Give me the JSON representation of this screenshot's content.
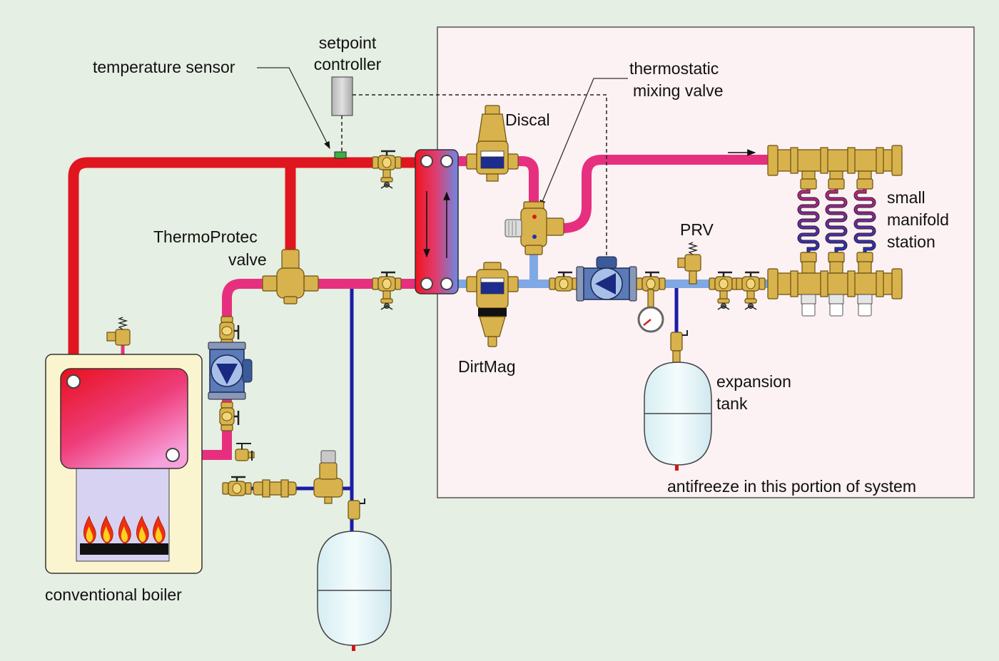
{
  "diagram": {
    "labels": {
      "setpoint_controller": [
        "setpoint",
        "controller"
      ],
      "temperature_sensor": "temperature sensor",
      "thermostatic_mixing_valve": [
        "thermostatic",
        "mixing valve"
      ],
      "discal": "Discal",
      "thermoprotec_valve": [
        "ThermoProtec",
        "valve"
      ],
      "small_manifold_station": [
        "small",
        "manifold",
        "station"
      ],
      "prv": "PRV",
      "dirtmag": "DirtMag",
      "expansion_tank": [
        "expansion",
        "tank"
      ],
      "antifreeze_note": "antifreeze in this portion of system",
      "conventional_boiler": "conventional boiler"
    }
  },
  "colors": {
    "background": "#e5efe3",
    "antifreeze_panel": "#fcf1f3",
    "hot_pipe": "#e0161f",
    "warm_pipe": "#e6307f",
    "cool_pipe": "#7fa8e4",
    "cold_water_pipe": "#1c1ca8",
    "brass": "#d8b24c",
    "pump_body": "#5a7ab8",
    "text": "#111111"
  }
}
